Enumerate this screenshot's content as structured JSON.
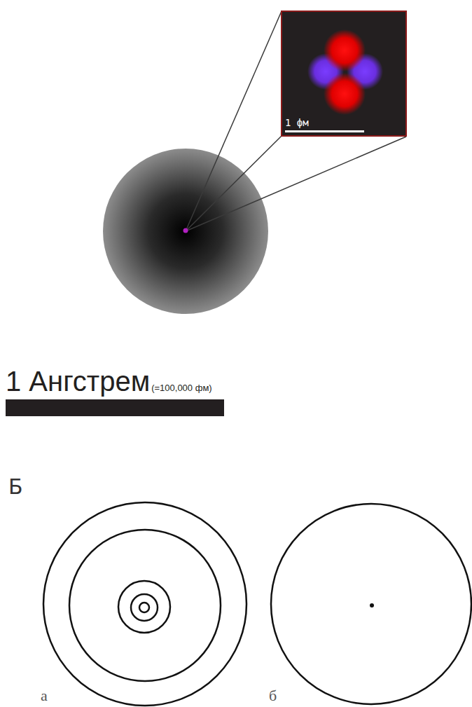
{
  "diagram": {
    "labels": [
      "1 фм",
      "1 Ангстрем",
      "(=100,000 фм)",
      "Б",
      "а",
      "б"
    ]
  }
}
